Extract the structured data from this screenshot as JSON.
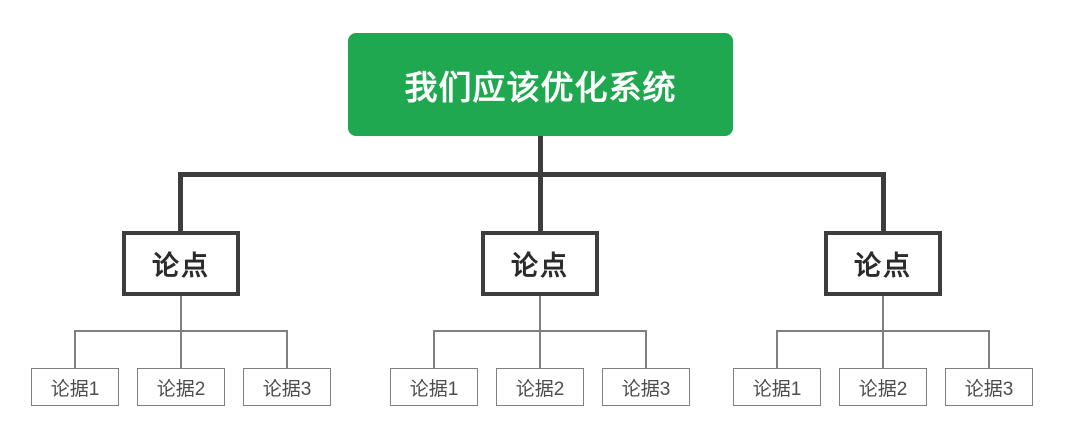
{
  "diagram": {
    "title_semantic": "pyramid-argument-structure",
    "root": {
      "label": "我们应该优化系统"
    },
    "groups": [
      {
        "point": "论点",
        "evidence": [
          "论据1",
          "论据2",
          "论据3"
        ]
      },
      {
        "point": "论点",
        "evidence": [
          "论据1",
          "论据2",
          "论据3"
        ]
      },
      {
        "point": "论点",
        "evidence": [
          "论据1",
          "论据2",
          "论据3"
        ]
      }
    ],
    "colors": {
      "root_bg": "#1fa84f",
      "root_text": "#ffffff",
      "point_border": "#3d3d3d",
      "point_text": "#2b2b2b",
      "evidence_border": "#808080",
      "evidence_text": "#4d4d4d",
      "connector_thick": "#3d3d3d",
      "connector_thin": "#808080",
      "background": "#ffffff"
    }
  }
}
